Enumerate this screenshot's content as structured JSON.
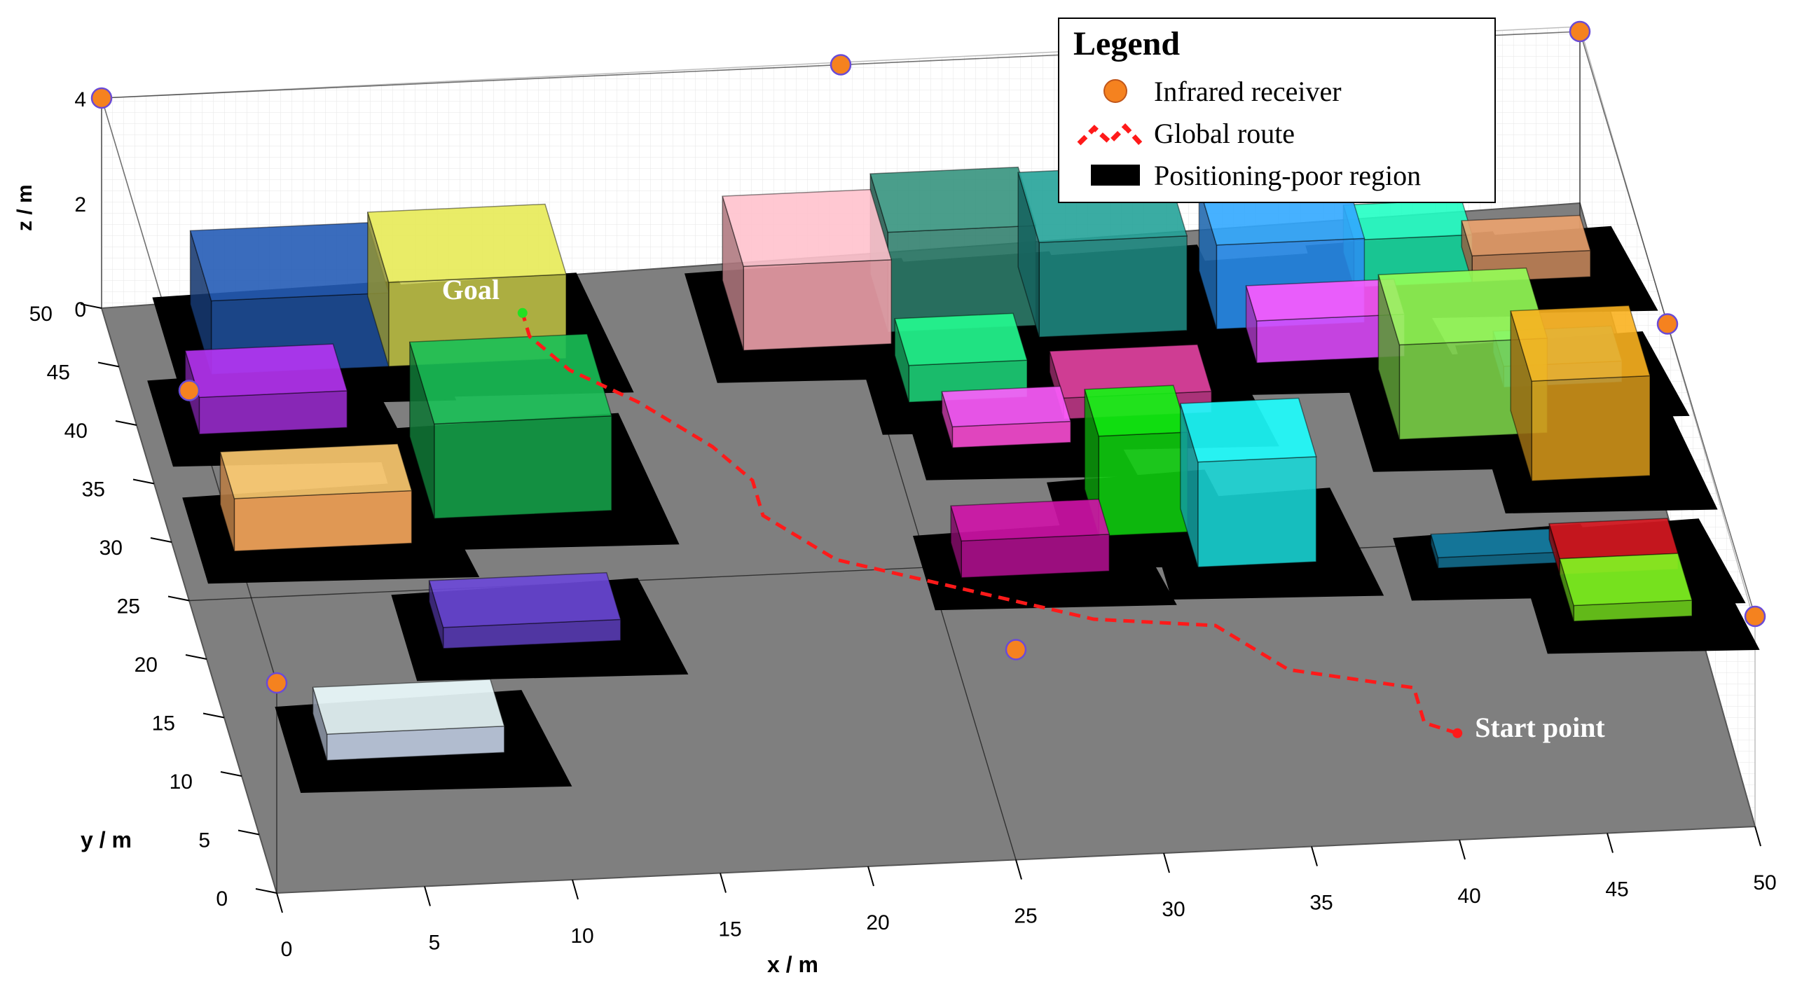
{
  "chart_data": {
    "type": "3d-scene",
    "xlabel": "x / m",
    "ylabel": "y / m",
    "zlabel": "z / m",
    "xlim": [
      0,
      50
    ],
    "ylim": [
      0,
      50
    ],
    "zlim": [
      0,
      4
    ],
    "xticks": [
      "0",
      "5",
      "10",
      "15",
      "20",
      "25",
      "30",
      "35",
      "40",
      "45",
      "50"
    ],
    "yticks": [
      "0",
      "5",
      "10",
      "15",
      "20",
      "25",
      "30",
      "35",
      "40",
      "45",
      "50"
    ],
    "zticks": [
      "0",
      "2",
      "4"
    ],
    "grid": true,
    "legend_position": "top-right",
    "legend": {
      "title": "Legend",
      "entries": [
        {
          "label": "Infrared receiver",
          "symbol": "circle",
          "color": "#f5821f"
        },
        {
          "label": "Global route",
          "symbol": "dashed",
          "color": "#ff1a1a"
        },
        {
          "label": "Positioning-poor region",
          "symbol": "rect",
          "color": "#000000"
        }
      ]
    },
    "annotations": {
      "goal": "Goal",
      "start": "Start point"
    },
    "floor_color": "#7f7f7f",
    "receivers": [
      [
        0,
        50,
        4
      ],
      [
        25,
        50,
        4
      ],
      [
        50,
        50,
        4
      ],
      [
        0,
        25,
        4
      ],
      [
        50,
        25,
        4
      ],
      [
        0,
        0,
        4
      ],
      [
        25,
        0,
        4
      ],
      [
        50,
        0,
        4
      ]
    ],
    "route": [
      [
        41,
        9
      ],
      [
        40,
        10
      ],
      [
        40,
        13
      ],
      [
        36,
        15
      ],
      [
        34,
        19
      ],
      [
        30,
        20
      ],
      [
        26,
        23
      ],
      [
        22,
        26
      ],
      [
        20,
        30
      ],
      [
        20,
        33
      ],
      [
        19,
        36
      ],
      [
        17,
        40
      ],
      [
        15,
        43
      ],
      [
        14,
        46
      ],
      [
        14,
        48
      ]
    ],
    "goal_point": [
      14,
      48
    ],
    "start_point": [
      41,
      9
    ],
    "buildings": [
      {
        "x": [
          3,
          9
        ],
        "y": [
          44,
          50
        ],
        "h": 1.4,
        "color": "#1f4e9a"
      },
      {
        "x": [
          9,
          15
        ],
        "y": [
          44,
          50
        ],
        "h": 1.6,
        "color": "#c4c64a"
      },
      {
        "x": [
          2,
          7
        ],
        "y": [
          39,
          43
        ],
        "h": 0.7,
        "color": "#9b2ccf"
      },
      {
        "x": [
          9,
          15
        ],
        "y": [
          31,
          38
        ],
        "h": 1.8,
        "color": "#16a34a"
      },
      {
        "x": [
          2,
          8
        ],
        "y": [
          29,
          33
        ],
        "h": 1.0,
        "color": "#ffad60"
      },
      {
        "x": [
          8,
          14
        ],
        "y": [
          20,
          24
        ],
        "h": 0.4,
        "color": "#5b3db8"
      },
      {
        "x": [
          3,
          9
        ],
        "y": [
          11,
          15
        ],
        "h": 0.5,
        "color": "#c9d6ec"
      },
      {
        "x": [
          21,
          26
        ],
        "y": [
          44,
          50
        ],
        "h": 1.6,
        "color": "#f2a4ae"
      },
      {
        "x": [
          26,
          31
        ],
        "y": [
          45,
          50
        ],
        "h": 1.9,
        "color": "#2e7d6b"
      },
      {
        "x": [
          31,
          36
        ],
        "y": [
          44,
          50
        ],
        "h": 1.8,
        "color": "#1f8a82"
      },
      {
        "x": [
          26,
          30
        ],
        "y": [
          39,
          43
        ],
        "h": 0.7,
        "color": "#1ed57a"
      },
      {
        "x": [
          27,
          31
        ],
        "y": [
          35,
          38
        ],
        "h": 0.4,
        "color": "#ff4fd8"
      },
      {
        "x": [
          31,
          36
        ],
        "y": [
          37,
          41
        ],
        "h": 0.4,
        "color": "#c23a8a"
      },
      {
        "x": [
          37,
          42
        ],
        "y": [
          44,
          49
        ],
        "h": 1.6,
        "color": "#2a8ff0"
      },
      {
        "x": [
          38,
          43
        ],
        "y": [
          41,
          44
        ],
        "h": 0.8,
        "color": "#e04cff"
      },
      {
        "x": [
          42,
          46
        ],
        "y": [
          47,
          50
        ],
        "h": 0.9,
        "color": "#1de0a6"
      },
      {
        "x": [
          46,
          50
        ],
        "y": [
          47,
          50
        ],
        "h": 0.5,
        "color": "#c88a5e"
      },
      {
        "x": [
          42,
          47
        ],
        "y": [
          34,
          40
        ],
        "h": 1.8,
        "color": "#7ed64a"
      },
      {
        "x": [
          46,
          50
        ],
        "y": [
          38,
          41
        ],
        "h": 0.4,
        "color": "#1e9cff"
      },
      {
        "x": [
          46,
          50
        ],
        "y": [
          30,
          36
        ],
        "h": 1.9,
        "color": "#d4961a"
      },
      {
        "x": [
          31,
          34
        ],
        "y": [
          27,
          31
        ],
        "h": 1.9,
        "color": "#0fd00f"
      },
      {
        "x": [
          34,
          38
        ],
        "y": [
          24,
          29
        ],
        "h": 2.0,
        "color": "#19d8d8"
      },
      {
        "x": [
          26,
          31
        ],
        "y": [
          24,
          27
        ],
        "h": 0.7,
        "color": "#b0108f"
      },
      {
        "x": [
          42,
          46
        ],
        "y": [
          23,
          25
        ],
        "h": 0.2,
        "color": "#136e8f"
      },
      {
        "x": [
          46,
          50
        ],
        "y": [
          22,
          25
        ],
        "h": 0.3,
        "color": "#b8141c"
      },
      {
        "x": [
          46,
          50
        ],
        "y": [
          18,
          22
        ],
        "h": 0.3,
        "color": "#6fd31c"
      }
    ]
  }
}
